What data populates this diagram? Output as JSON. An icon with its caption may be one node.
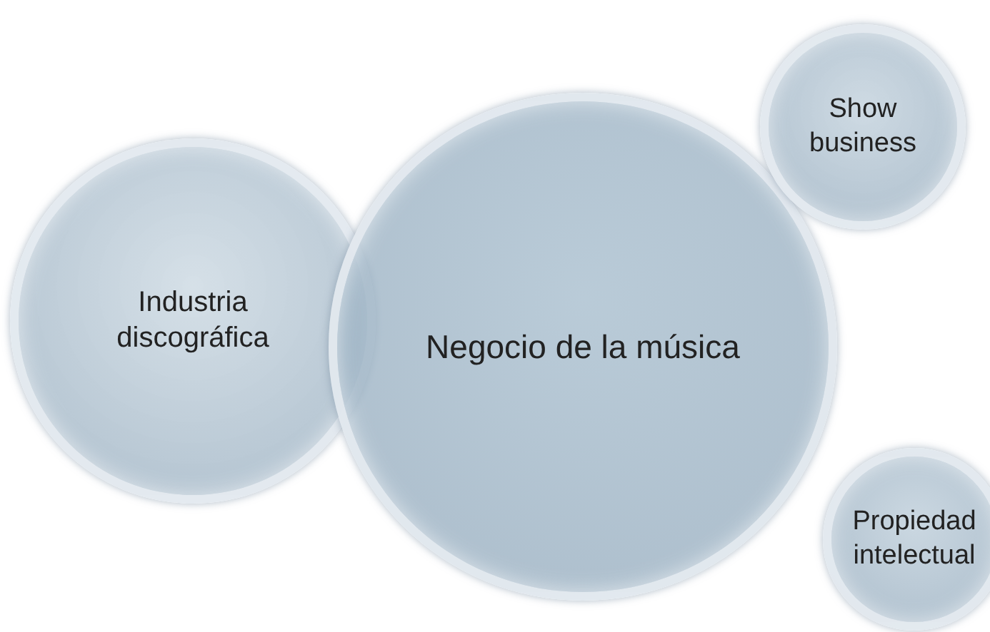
{
  "diagram": {
    "nodes": [
      {
        "text": [
          "Show business"
        ]
      },
      {
        "text": [
          "Industria discográfica"
        ]
      },
      {
        "text": [
          "Negocio de la música"
        ]
      },
      {
        "text": [
          "Propiedad intelectual"
        ]
      }
    ]
  }
}
